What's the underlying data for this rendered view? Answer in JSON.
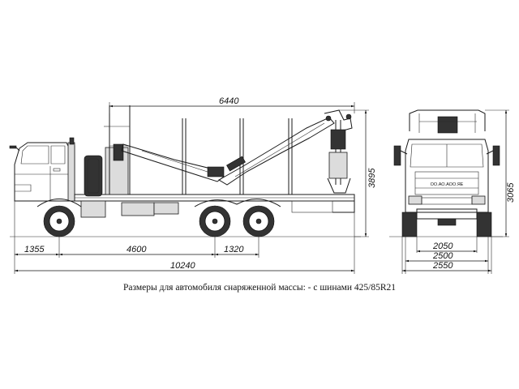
{
  "dimensions": {
    "crane_length": "6440",
    "total_height": "3895",
    "front_overhang": "1355",
    "wheelbase_main": "4600",
    "rear_axle_spacing": "1320",
    "total_length": "10240",
    "front_height": "3065",
    "track_width": "2050",
    "body_width": "2500",
    "max_width": "2550"
  },
  "front_view": {
    "grille_plate": "ОО.АО.АОО.ЯЕ"
  },
  "caption": "Размеры для автомобиля снаряженной массы: - с шинами 425/85R21"
}
